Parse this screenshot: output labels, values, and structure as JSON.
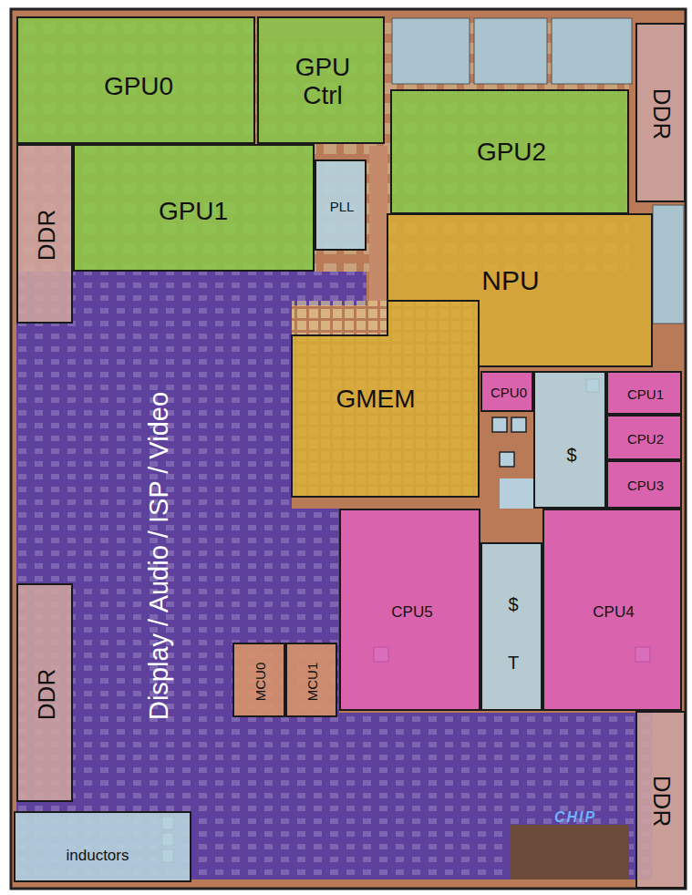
{
  "diagram": {
    "nodes": [
      {
        "text": [
          "GPU0"
        ]
      },
      {
        "text": [
          "GPU Ctrl"
        ]
      },
      {
        "text": [
          "DDR"
        ]
      },
      {
        "text": [
          "GPU2"
        ]
      },
      {
        "text": [
          "DDR"
        ]
      },
      {
        "text": [
          "GPU1"
        ]
      },
      {
        "text": [
          "PLL"
        ]
      },
      {
        "text": [
          "NPU"
        ]
      },
      {
        "text": [
          "GMEM"
        ]
      },
      {
        "text": [
          "CPU0"
        ]
      },
      {
        "text": [
          "$"
        ]
      },
      {
        "text": [
          "CPU1"
        ]
      },
      {
        "text": [
          "CPU2"
        ]
      },
      {
        "text": [
          "CPU3"
        ]
      },
      {
        "text": [
          "Display / Audio / ISP / Video"
        ]
      },
      {
        "text": [
          "DDR"
        ]
      },
      {
        "text": [
          "CPU5"
        ]
      },
      {
        "text": [
          "$",
          "T"
        ]
      },
      {
        "text": [
          "CPU4"
        ]
      },
      {
        "text": [
          "MCU0"
        ],
        "in": 14
      },
      {
        "text": [
          "MCU1"
        ],
        "in": 14
      },
      {
        "text": [
          "DDR"
        ]
      },
      {
        "text": [
          "inductors"
        ]
      }
    ],
    "labels": [
      "CHIP"
    ]
  }
}
